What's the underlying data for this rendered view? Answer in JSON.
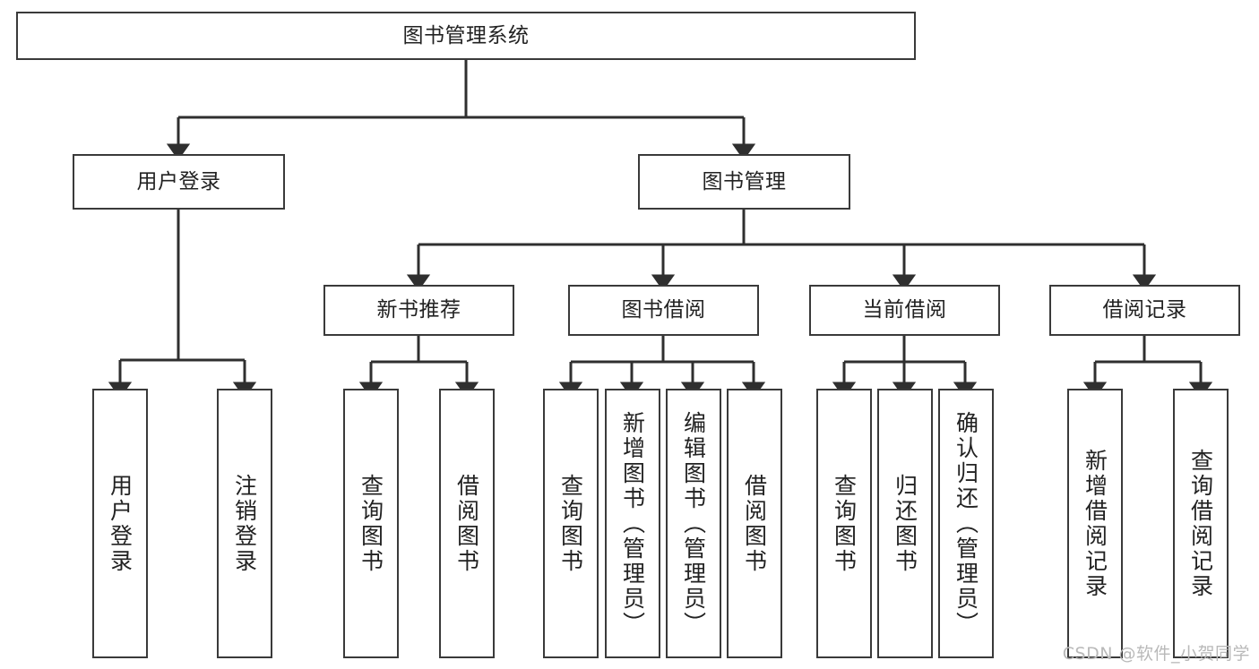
{
  "diagram": {
    "type": "tree",
    "title": "图书管理系统",
    "root": {
      "id": "root",
      "label": "图书管理系统"
    },
    "level2": [
      {
        "id": "user-login",
        "label": "用户登录"
      },
      {
        "id": "book-manage",
        "label": "图书管理"
      }
    ],
    "level3": [
      {
        "id": "new-book-rec",
        "label": "新书推荐",
        "parent": "book-manage"
      },
      {
        "id": "book-borrow",
        "label": "图书借阅",
        "parent": "book-manage"
      },
      {
        "id": "current-borrow",
        "label": "当前借阅",
        "parent": "book-manage"
      },
      {
        "id": "borrow-record",
        "label": "借阅记录",
        "parent": "book-manage"
      }
    ],
    "leaves": {
      "user_login": [
        {
          "id": "leaf-user-login",
          "label": "用户登录"
        },
        {
          "id": "leaf-user-logout",
          "label": "注销登录"
        }
      ],
      "new_book_rec": [
        {
          "id": "leaf-query-book-1",
          "label": "查询图书"
        },
        {
          "id": "leaf-borrow-book-1",
          "label": "借阅图书"
        }
      ],
      "book_borrow": [
        {
          "id": "leaf-query-book-2",
          "label": "查询图书"
        },
        {
          "id": "leaf-add-book",
          "label": "新增图书（管理员）"
        },
        {
          "id": "leaf-edit-book",
          "label": "编辑图书（管理员）"
        },
        {
          "id": "leaf-borrow-book-2",
          "label": "借阅图书"
        }
      ],
      "current_borrow": [
        {
          "id": "leaf-query-book-3",
          "label": "查询图书"
        },
        {
          "id": "leaf-return-book",
          "label": "归还图书"
        },
        {
          "id": "leaf-confirm-return",
          "label": "确认归还（管理员）"
        }
      ],
      "borrow_record": [
        {
          "id": "leaf-add-record",
          "label": "新增借阅记录"
        },
        {
          "id": "leaf-query-record",
          "label": "查询借阅记录"
        }
      ]
    }
  },
  "watermark": {
    "text": "CSDN @软件_小贺同学"
  },
  "colors": {
    "border": "#3a3a3a",
    "node_fill": "#ffffff",
    "edge": "#2f2f2f",
    "text": "#222222",
    "watermark": "#b9b9b9",
    "background": "#ffffff"
  }
}
